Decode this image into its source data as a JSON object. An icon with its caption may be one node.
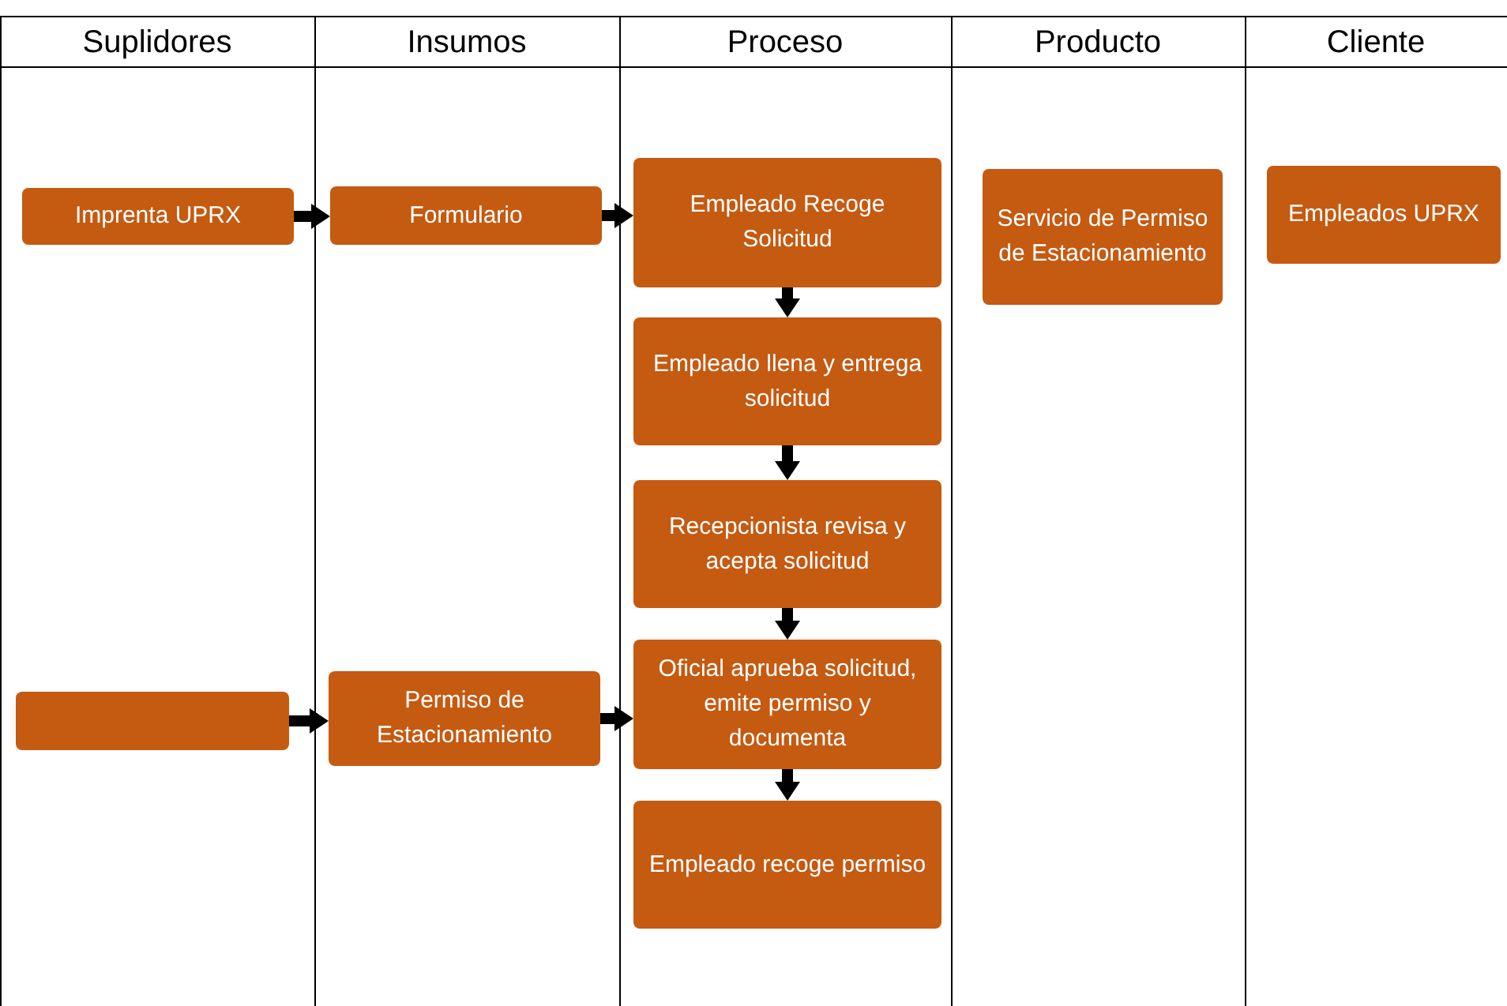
{
  "diagram": {
    "nodes": [
      {
        "text": [
          "Imprenta UPRX"
        ]
      },
      {
        "text": [
          "Formulario"
        ]
      },
      {
        "text": [
          "Empleado Recoge Solicitud"
        ]
      },
      {
        "text": [
          "Empleado llena y entrega solicitud"
        ]
      },
      {
        "text": [
          "Recepcionista revisa y acepta solicitud"
        ]
      },
      {
        "text": [
          "Oficial aprueba solicitud, emite permiso y documenta"
        ]
      },
      {
        "text": [
          "Empleado recoge permiso"
        ]
      },
      {
        "text": [
          "Servicio de Permiso de Estacionamiento"
        ]
      },
      {
        "text": [
          "Empleados UPRX"
        ]
      },
      {
        "text": [],
        "shape": "box"
      },
      {
        "text": [
          "Permiso de Estacionamiento"
        ]
      }
    ],
    "edges": [
      {
        "from": 0,
        "to": 1,
        "arrow": "to"
      },
      {
        "from": 1,
        "to": 2,
        "arrow": "to"
      },
      {
        "from": 2,
        "to": 3,
        "arrow": "to"
      },
      {
        "from": 3,
        "to": 4,
        "arrow": "to"
      },
      {
        "from": 4,
        "to": 5,
        "arrow": "to"
      },
      {
        "from": 5,
        "to": 6,
        "arrow": "to"
      },
      {
        "from": 9,
        "to": 10,
        "arrow": "to"
      },
      {
        "from": 10,
        "to": 5,
        "arrow": "to"
      }
    ],
    "labels": [
      "Suplidores",
      "Insumos",
      "Proceso",
      "Producto",
      "Cliente"
    ]
  }
}
